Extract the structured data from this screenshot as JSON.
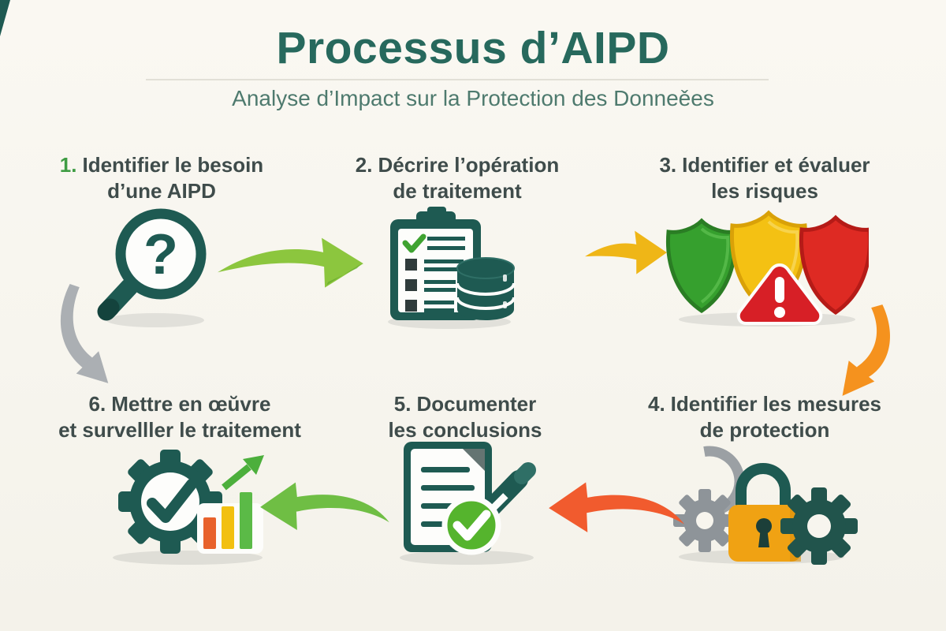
{
  "header": {
    "title": "Processus d’AIPD",
    "subtitle": "Analyse d’Impact sur la Protection des Donneěes"
  },
  "steps": [
    {
      "number": "1.",
      "line1": "Identifier le besoin",
      "line2": "d’une AIPD",
      "icon": "magnifying-glass-question-icon"
    },
    {
      "number": "2.",
      "line1": "Décrire l’opération",
      "line2": "de traitement",
      "icon": "clipboard-checklist-database-icon"
    },
    {
      "number": "3.",
      "line1": "Identifier et évaluer",
      "line2": "les risques",
      "icon": "risk-shields-warning-icon"
    },
    {
      "number": "4.",
      "line1": "Identifier les mesures",
      "line2": "de protection",
      "icon": "padlock-gears-icon"
    },
    {
      "number": "5.",
      "line1": "Documenter",
      "line2": "les conclusions",
      "icon": "document-pen-check-icon"
    },
    {
      "number": "6.",
      "line1": "Mettre en œŭvre",
      "line2": "et survelller le traitement",
      "icon": "gear-check-growth-chart-icon"
    }
  ],
  "arrows": [
    {
      "name": "arrow-step1-to-step2",
      "direction": "right",
      "color": "#8CC63E"
    },
    {
      "name": "arrow-step2-to-step3",
      "direction": "right",
      "color": "#EFB617"
    },
    {
      "name": "arrow-step3-to-step4",
      "direction": "curved-down-left",
      "color": "#F5921E"
    },
    {
      "name": "arrow-step4-to-step5",
      "direction": "left",
      "color": "#F15B2E"
    },
    {
      "name": "arrow-step5-to-step6",
      "direction": "left",
      "color": "#6FBE44"
    },
    {
      "name": "arrow-step1-down-side",
      "direction": "curved-down-right",
      "color": "#ABAFB3"
    }
  ],
  "colors": {
    "background": "#F7F5EE",
    "title": "#27695D",
    "subtitle": "#4E7A6E",
    "step_text": "#3F4C4B",
    "step1_number": "#3E9C43",
    "icon_teal": "#1E5A52",
    "shield_green": "#36A02E",
    "shield_yellow": "#F4C113",
    "shield_red": "#DE2A23",
    "warning_red": "#D71F26",
    "lock_orange": "#F0A213",
    "check_green": "#55B42D"
  }
}
